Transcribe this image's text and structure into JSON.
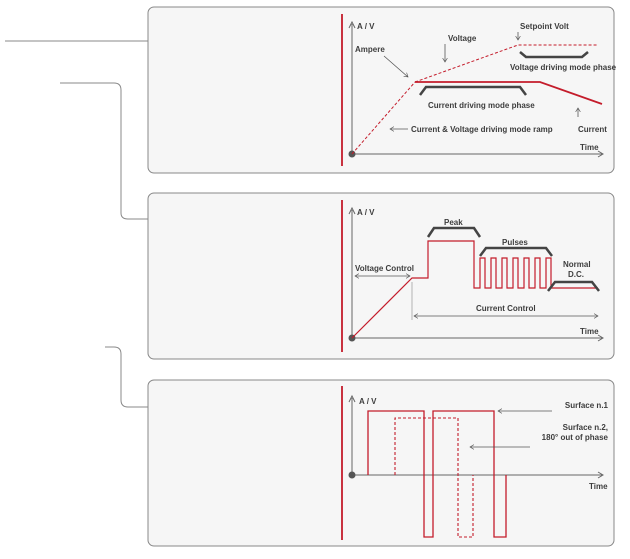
{
  "colors": {
    "accent": "#c41c2b",
    "panel_border": "#888888",
    "panel_bg": "#f6f6f6",
    "text": "#3d3d3d"
  },
  "panel1": {
    "axis_label": "A / V",
    "time_label": "Time",
    "ampere": "Ampere",
    "voltage": "Voltage",
    "setpoint": "Setpoint Volt",
    "voltage_phase": "Voltage driving mode phase",
    "current_phase": "Current driving mode phase",
    "current": "Current",
    "ramp": "Current & Voltage driving mode ramp"
  },
  "panel2": {
    "axis_label": "A / V",
    "time_label": "Time",
    "peak": "Peak",
    "pulses": "Pulses",
    "normal_1": "Normal",
    "normal_2": "D.C.",
    "voltage_control": "Voltage Control",
    "current_control": "Current Control"
  },
  "panel3": {
    "axis_label": "A / V",
    "time_label": "Time",
    "surface1": "Surface n.1",
    "surface2_1": "Surface n.2,",
    "surface2_2": "180° out of phase"
  }
}
